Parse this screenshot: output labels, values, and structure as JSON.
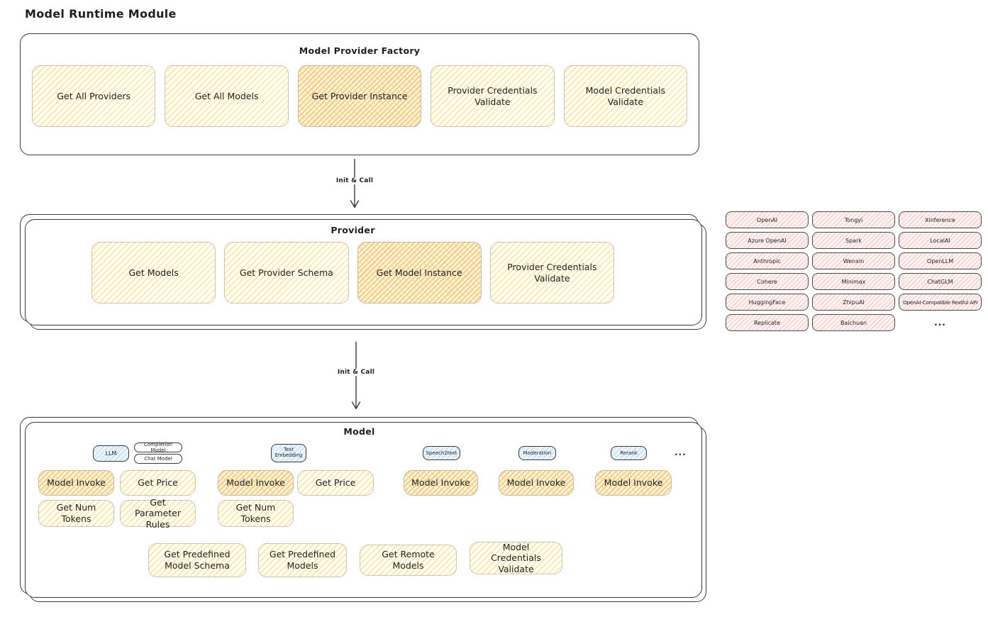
{
  "title": "Model Runtime Module",
  "colors": {
    "border": "#3a3a3a",
    "dotted_border": "#98948a",
    "yellow_fill": "#fffdf0",
    "yellow_line": "#f7e7ae",
    "orange_fill": "#fdf3d7",
    "orange_line": "#f2cc85",
    "pink_fill": "#fdf2f1",
    "pink_line": "#f2cfca",
    "blue_fill": "#eaf4fc",
    "blue_line": "#c3dcf0"
  },
  "arrows": {
    "label": "Init & Call"
  },
  "factory": {
    "title": "Model Provider Factory",
    "items": [
      {
        "label": "Get All Providers",
        "highlight": false
      },
      {
        "label": "Get All Models",
        "highlight": false
      },
      {
        "label": "Get Provider Instance",
        "highlight": true
      },
      {
        "label": "Provider Credentials Validate",
        "highlight": false
      },
      {
        "label": "Model Credentials Validate",
        "highlight": false
      }
    ]
  },
  "provider": {
    "title": "Provider",
    "items": [
      {
        "label": "Get Models",
        "highlight": false
      },
      {
        "label": "Get Provider Schema",
        "highlight": false
      },
      {
        "label": "Get Model Instance",
        "highlight": true
      },
      {
        "label": "Provider Credentials Validate",
        "highlight": false
      }
    ]
  },
  "providers_list": {
    "columns": [
      [
        "OpenAI",
        "Azure OpenAI",
        "Anthropic",
        "Cohere",
        "HuggingFace",
        "Replicate"
      ],
      [
        "Tongyi",
        "Spark",
        "Wenxin",
        "Minimax",
        "ZhipuAI",
        "Baichuan"
      ],
      [
        "Xinference",
        "LocalAI",
        "OpenLLM",
        "ChatGLM",
        "OpenAI-Compatible Restful API"
      ]
    ],
    "more": "..."
  },
  "model": {
    "title": "Model",
    "tags": {
      "llm": "LLM",
      "completion": "Completion Model",
      "chat": "Chat Model",
      "text_embedding": "Text Embedding",
      "speech2text": "Speech2text",
      "moderation": "Moderation",
      "rerank": "Rerank"
    },
    "more": "...",
    "boxes": {
      "model_invoke": "Model Invoke",
      "get_price": "Get Price",
      "get_num_tokens": "Get Num Tokens",
      "get_parameter_rules": "Get Parameter Rules",
      "get_predefined_model_schema": "Get Predefined Model Schema",
      "get_predefined_models": "Get Predefined Models",
      "get_remote_models": "Get Remote Models",
      "model_credentials_validate": "Model Credentials Validate"
    }
  }
}
